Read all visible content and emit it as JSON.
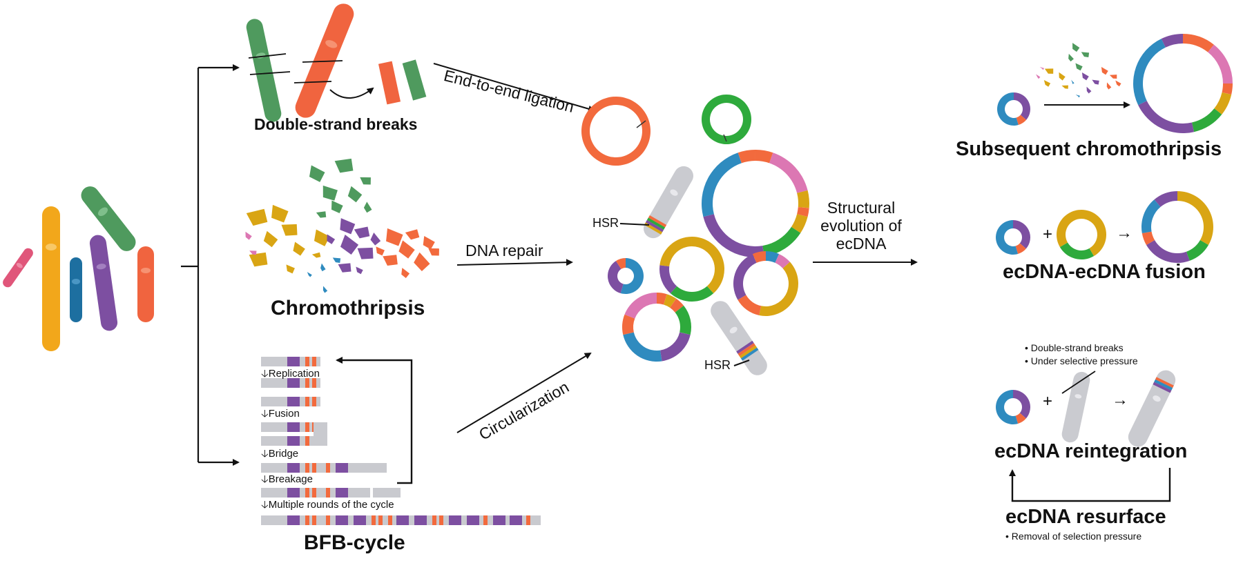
{
  "mechanisms": {
    "double_strand_breaks": "Double-strand breaks",
    "chromothripsis": "Chromothripsis",
    "bfb_cycle": "BFB-cycle"
  },
  "arrows": {
    "end_to_end_ligation": "End-to-end ligation",
    "dna_repair": "DNA repair",
    "circularization": "Circularization",
    "structural_evolution_line1": "Structural",
    "structural_evolution_line2": "evolution of",
    "structural_evolution_line3": "ecDNA"
  },
  "bfb_steps": {
    "replication": "Replication",
    "fusion": "Fusion",
    "bridge": "Bridge",
    "breakage": "Breakage",
    "multiple_rounds": "Multiple rounds of the cycle"
  },
  "hsr_labels": [
    "HSR",
    "HSR"
  ],
  "outcomes": {
    "subsequent_chromothripsis": "Subsequent chromothripsis",
    "ecdna_fusion": "ecDNA-ecDNA fusion",
    "ecdna_reintegration": "ecDNA reintegration",
    "ecdna_resurface": "ecDNA resurface",
    "reintegration_bullets": [
      "Double-strand breaks",
      "Under selective pressure"
    ],
    "resurface_bullet": "Removal of selection pressure"
  },
  "symbols": {
    "plus": "+",
    "arrow": "→",
    "down_arrow": "🡣",
    "bullet": "•"
  },
  "colors": {
    "orange": "#f26a3d",
    "green": "#2eaa3c",
    "blue": "#2f8bbf",
    "purple": "#7d4fa1",
    "yellow": "#d9a514",
    "pink": "#dc77b3",
    "gray": "#c9cacf",
    "dark_green": "#4f9a5e",
    "pink_chrom": "#e0567a",
    "navy": "#1d6fa0"
  }
}
